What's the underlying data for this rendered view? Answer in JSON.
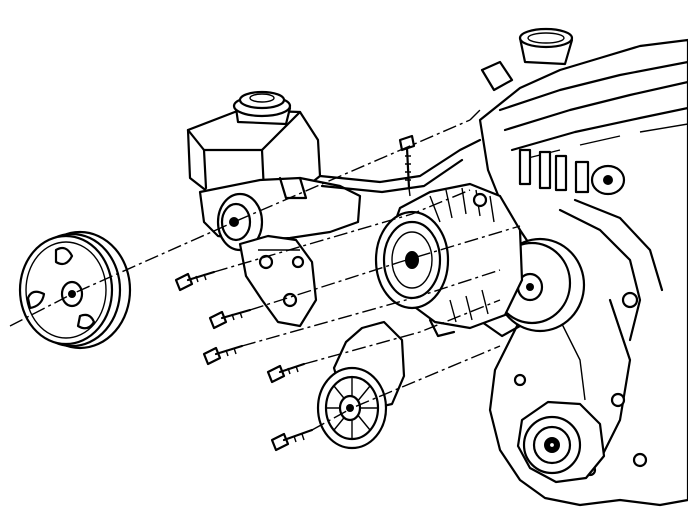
{
  "diagram": {
    "colors": {
      "ink": "#000000",
      "paper": "#ffffff"
    },
    "parts": [
      "power-steering-pulley",
      "power-steering-pump",
      "reservoir-cap",
      "pump-bracket",
      "generator",
      "idler-pulley",
      "belt-tensioner",
      "water-pump",
      "engine-block",
      "bolts",
      "center-lines"
    ]
  }
}
